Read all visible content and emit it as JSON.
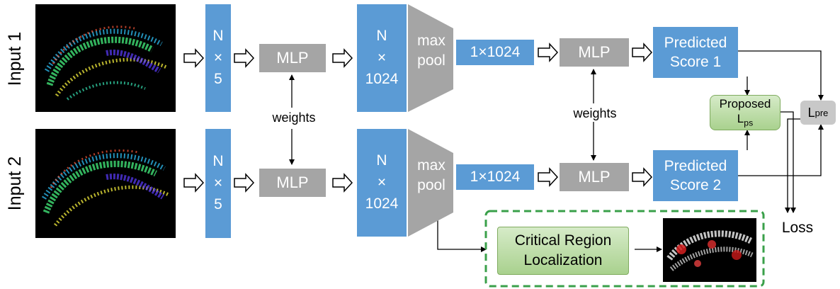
{
  "inputs": {
    "input1": "Input 1",
    "input2": "Input 2"
  },
  "blocks": {
    "n_line": "N",
    "times": "×",
    "five": "5",
    "ten24": "1024",
    "max": "max",
    "pool": "pool",
    "vec": "1×1024",
    "mlp": "MLP",
    "weights": "weights"
  },
  "scores": {
    "predicted": "Predicted",
    "score1": "Score 1",
    "score2": "Score 2"
  },
  "loss": {
    "proposed": "Proposed",
    "l_letter": "L",
    "ps_sub": "ps",
    "pre_sub": "pre",
    "loss_label": "Loss"
  },
  "critical": {
    "line1": "Critical Region",
    "line2": "Localization"
  },
  "colors": {
    "block_blue": "#5b9bd5",
    "mlp_gray": "#a5a5a5",
    "green_fill": "#a9d18e",
    "dashed_green": "#3aa04a"
  }
}
